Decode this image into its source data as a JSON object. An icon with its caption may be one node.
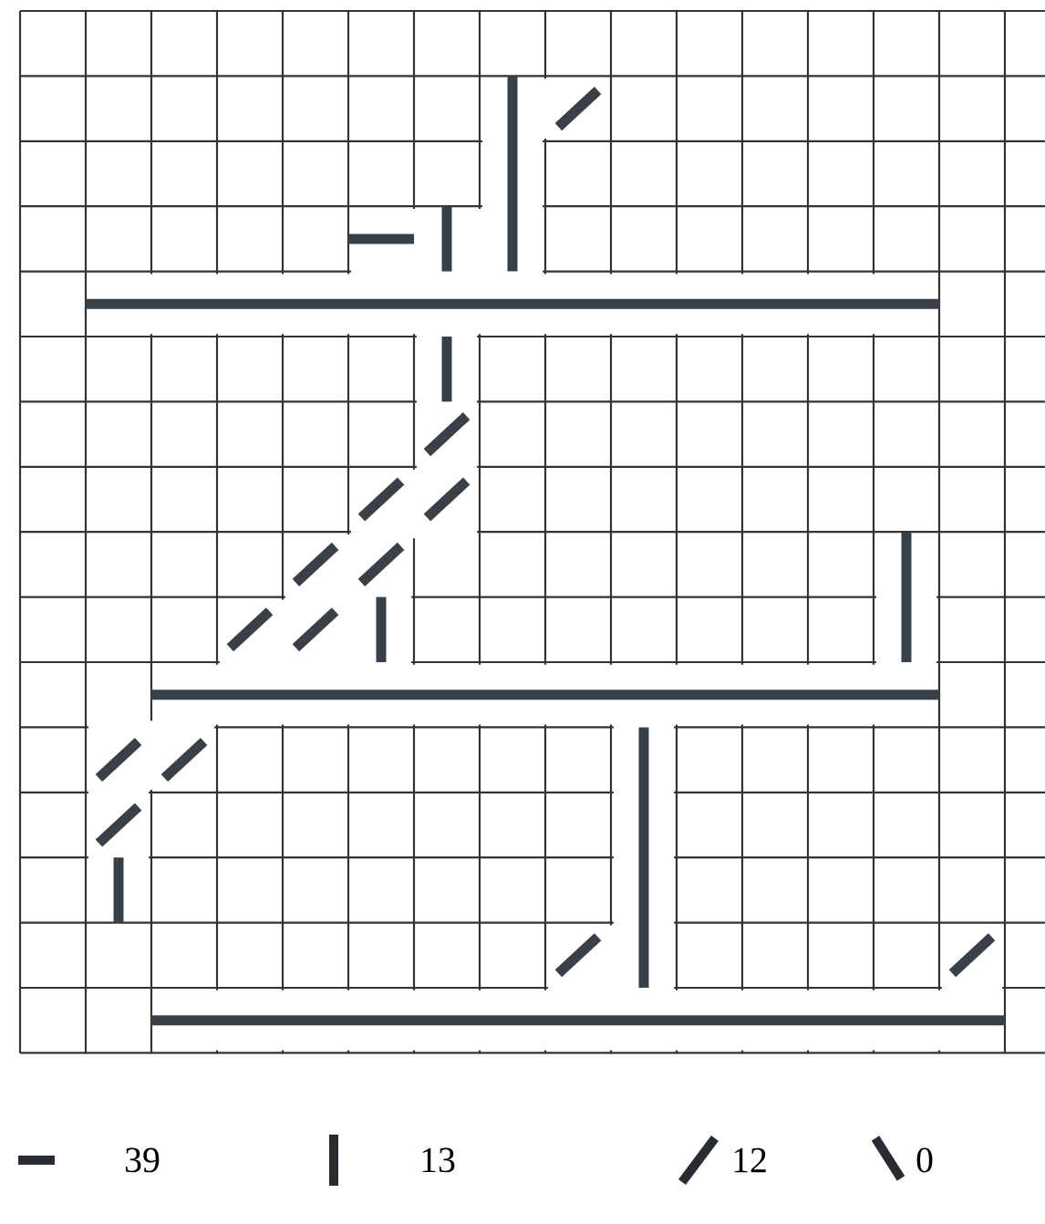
{
  "diagram": {
    "legend": [
      {
        "text": "39"
      },
      {
        "text": "13"
      },
      {
        "text": "12"
      },
      {
        "text": "0"
      }
    ]
  }
}
